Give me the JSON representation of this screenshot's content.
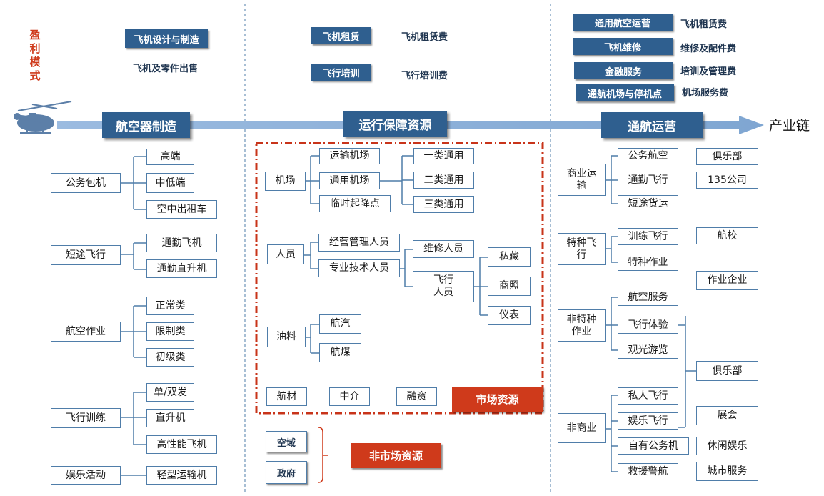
{
  "profit_model": "盈利模式",
  "chain": {
    "label": "产业链",
    "stages": [
      "航空器制造",
      "运行保障资源",
      "通航运营"
    ]
  },
  "revenue": {
    "col1": {
      "boxes": [
        "飞机设计与制造"
      ],
      "texts": [
        "飞机及零件出售"
      ]
    },
    "col2": {
      "boxes": [
        "飞机租赁",
        "飞行培训"
      ],
      "texts": [
        "飞机租赁费",
        "飞行培训费"
      ]
    },
    "col3": {
      "boxes": [
        "通用航空运营",
        "飞机维修",
        "金融服务",
        "通航机场与停机点"
      ],
      "texts": [
        "飞机租赁费",
        "维修及配件费",
        "培训及管理费",
        "机场服务费"
      ]
    }
  },
  "manufacturing": {
    "groups": [
      {
        "label": "公务包机",
        "items": [
          "高端",
          "中低端",
          "空中出租车"
        ]
      },
      {
        "label": "短途飞行",
        "items": [
          "通勤飞机",
          "通勤直升机"
        ]
      },
      {
        "label": "航空作业",
        "items": [
          "正常类",
          "限制类",
          "初级类"
        ]
      },
      {
        "label": "飞行训练",
        "items": [
          "单/双发",
          "直升机",
          "高性能飞机"
        ]
      },
      {
        "label": "娱乐活动",
        "items": [
          "轻型运输机"
        ]
      }
    ]
  },
  "support": {
    "airport": {
      "label": "机场",
      "items": [
        "运输机场",
        "通用机场",
        "临时起降点"
      ],
      "classes": [
        "一类通用",
        "二类通用",
        "三类通用"
      ]
    },
    "personnel": {
      "label": "人员",
      "items": [
        "经营管理人员",
        "专业技术人员"
      ],
      "tech": [
        "维修人员",
        "飞行\n人员"
      ],
      "pilot": [
        "私藏",
        "商照",
        "仪表"
      ]
    },
    "fuel": {
      "label": "油料",
      "items": [
        "航汽",
        "航煤"
      ]
    },
    "bottom": [
      "航材",
      "中介",
      "融资"
    ],
    "market_label": "市场资源",
    "nonmarket_items": [
      "空域",
      "政府"
    ],
    "nonmarket_label": "非市场资源"
  },
  "operations": {
    "commercial_transport": {
      "label": "商业运\n输",
      "items": [
        "公务航空",
        "通勤飞行",
        "短途货运"
      ]
    },
    "special_flight": {
      "label": "特种飞\n行",
      "items": [
        "训练飞行",
        "特种作业"
      ]
    },
    "non_special": {
      "label": "非特种\n作业",
      "items": [
        "航空服务",
        "飞行体验",
        "观光游览"
      ]
    },
    "non_commercial": {
      "label": "非商业",
      "items": [
        "私人飞行",
        "娱乐飞行",
        "自有公务机",
        "救援警航"
      ]
    },
    "right_boxes": [
      "俱乐部",
      "135公司",
      "航校",
      "作业企业",
      "俱乐部",
      "展会",
      "休闲娱乐",
      "城市服务"
    ]
  },
  "colors": {
    "primary": "#2f5f8f",
    "accent": "#cf3a1b",
    "arrow": "#8fb1d8",
    "border": "#4f7da9"
  },
  "icons": {
    "aircraft": "helicopter-icon"
  }
}
